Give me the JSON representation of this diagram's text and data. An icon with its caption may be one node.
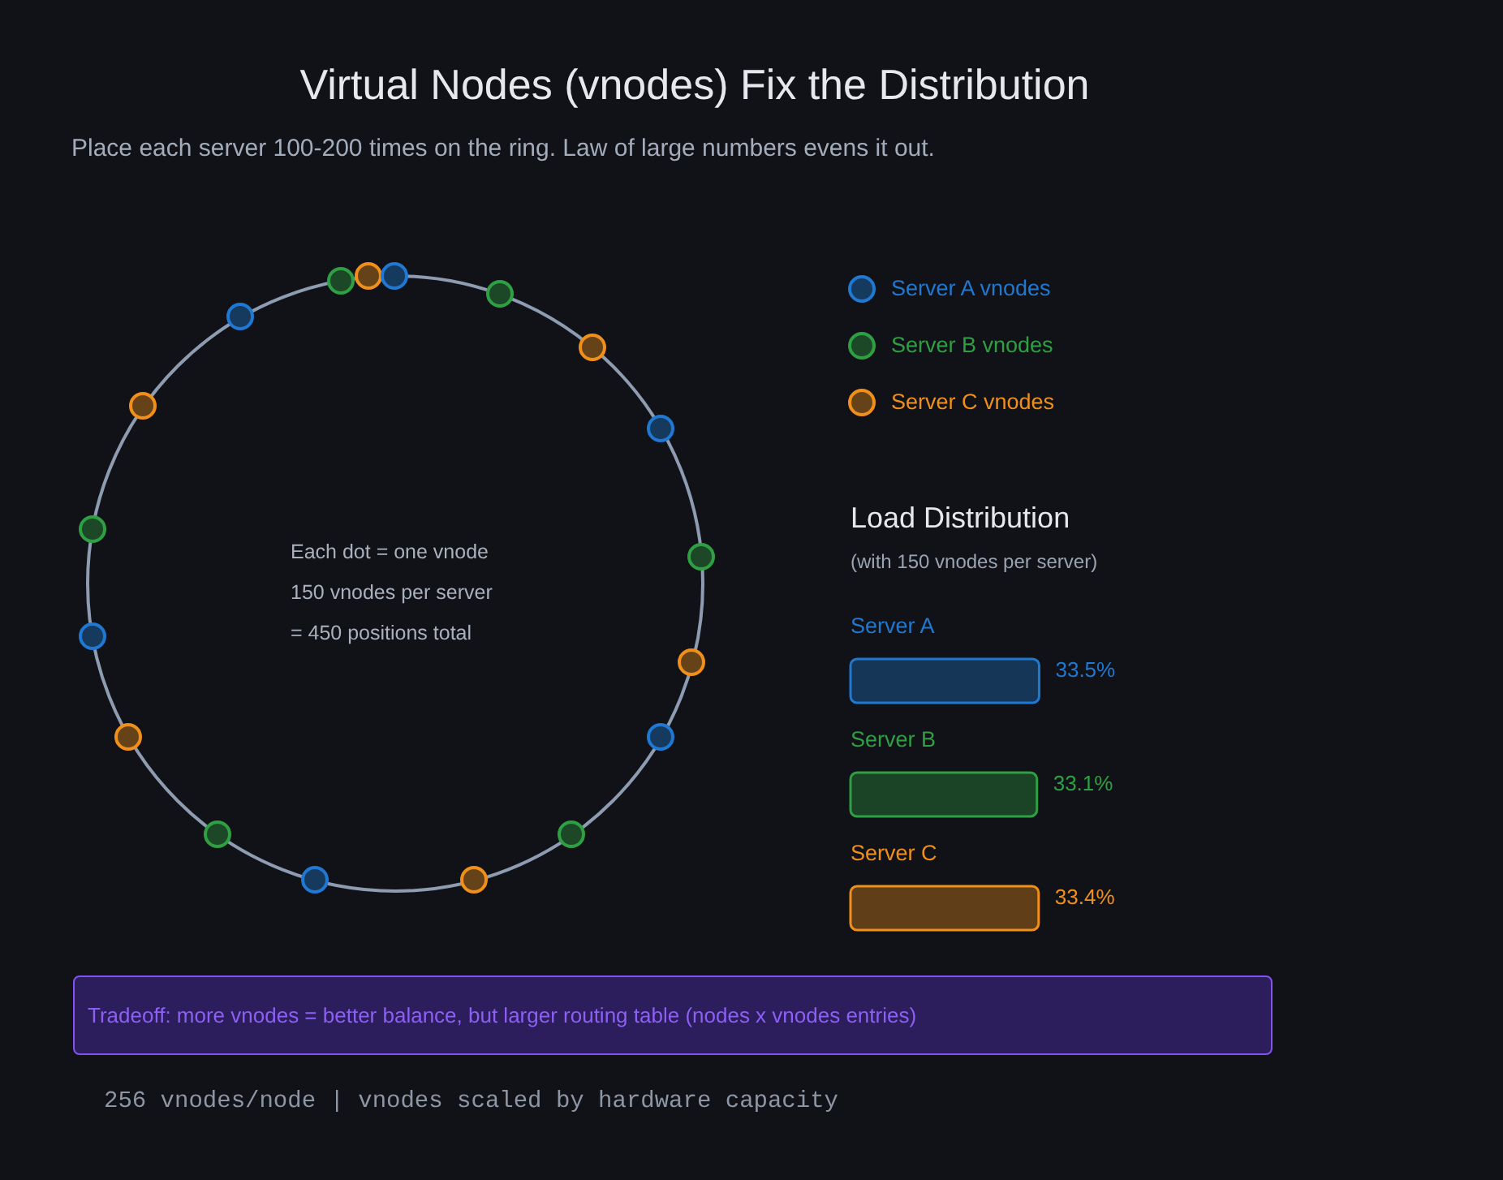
{
  "diagram": {
    "title": "Virtual Nodes (vnodes) Fix the Distribution",
    "nodes": [
      {
        "text": [
          "Each dot = one vnode",
          "150 vnodes per server",
          "= 450 positions total"
        ]
      },
      {
        "text": [
          "Tradeoff: more vnodes = better balance, but larger routing table (nodes x vnodes entries)"
        ]
      }
    ],
    "labels": [
      "Place each server 100-200 times on the ring. Law of large numbers evens it out.",
      "(with 150 vnodes per server)",
      "256 vnodes/node | vnodes scaled by hardware capacity"
    ],
    "legend": [
      {
        "text": "Server A vnodes",
        "color": "#1f78d1"
      },
      {
        "text": "Server B vnodes",
        "color": "#2ea043"
      },
      {
        "text": "Server C vnodes",
        "color": "#f0901a"
      }
    ],
    "chart_data": {
      "type": "bar",
      "orientation": "horizontal",
      "title": "Load Distribution",
      "categories": [
        "Server A",
        "Server B",
        "Server C"
      ],
      "values": [
        33.5,
        33.1,
        33.4
      ],
      "value_labels": [
        "33.5%",
        "33.1%",
        "33.4%"
      ]
    }
  }
}
